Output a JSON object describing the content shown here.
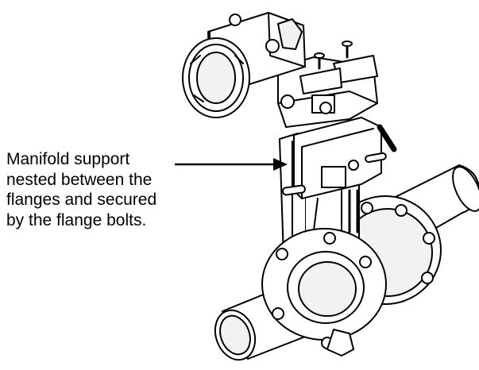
{
  "callout": {
    "lines": [
      "Manifold support",
      "nested between the",
      "flanges and secured",
      "by the flange bolts."
    ]
  },
  "colors": {
    "line": "#000000",
    "fill": "#ffffff",
    "shade": "#e6e6e6"
  },
  "icons": {
    "arrow": "arrow-right-icon"
  }
}
